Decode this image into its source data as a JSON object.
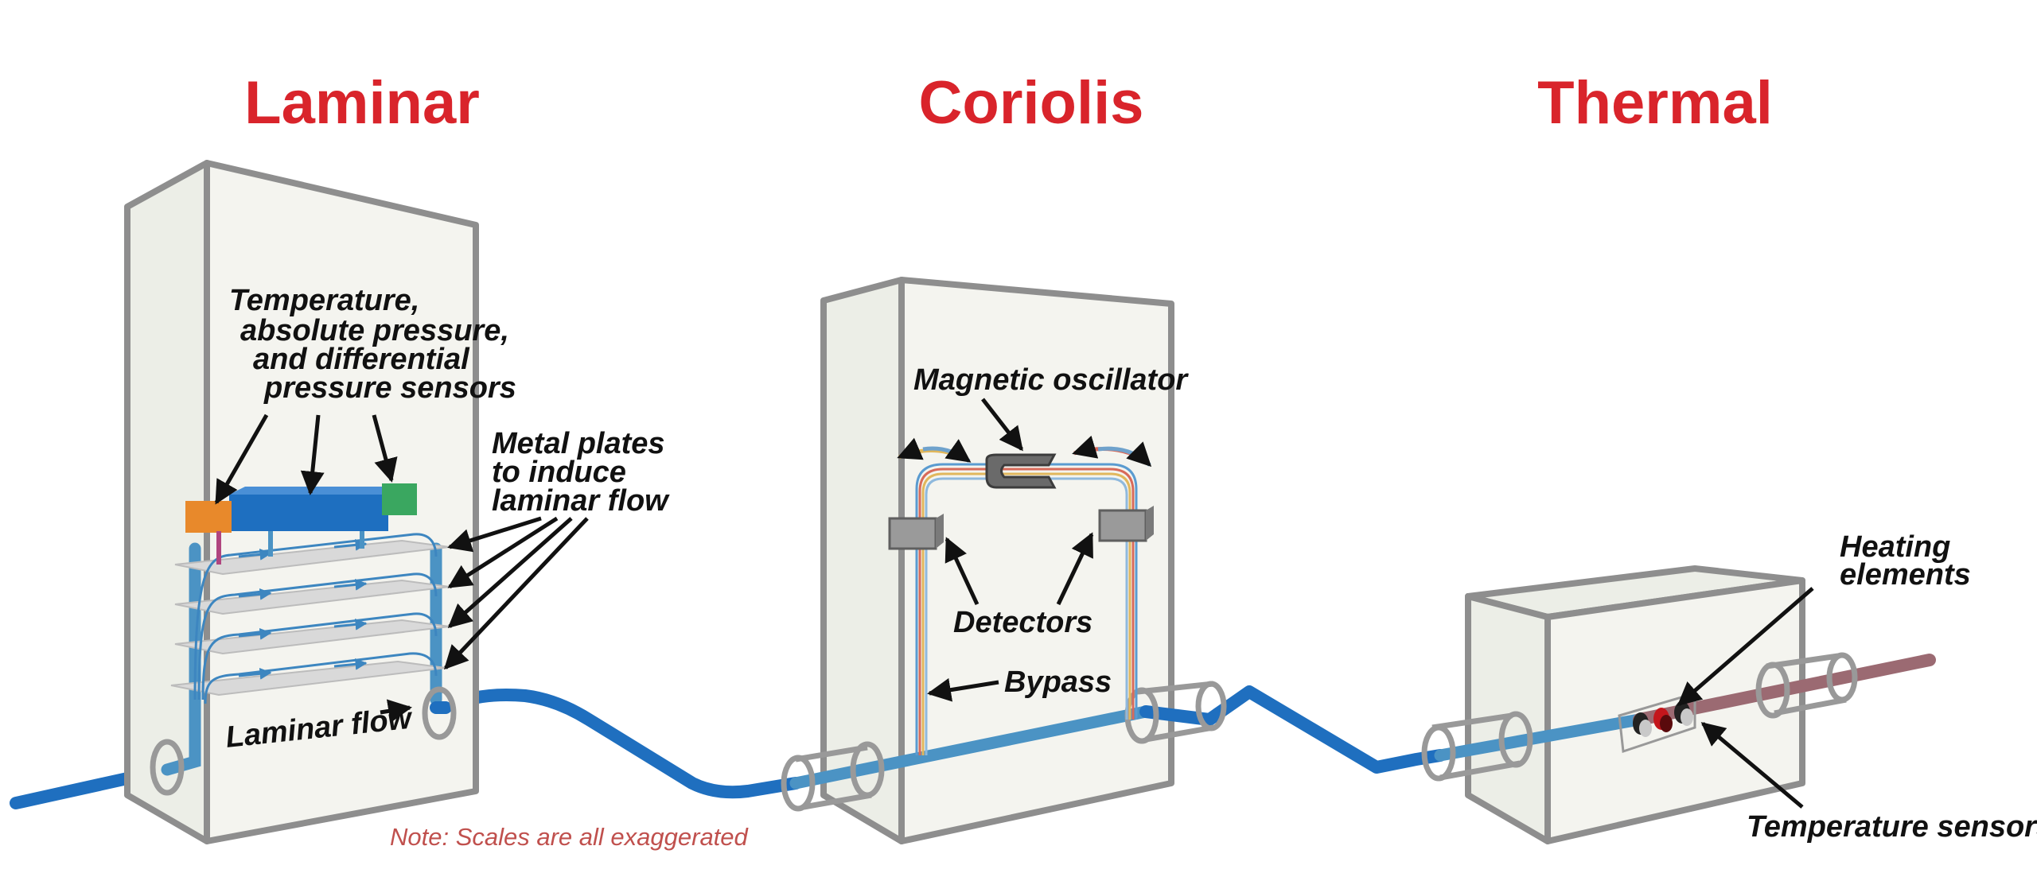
{
  "sections": [
    {
      "title": "Laminar"
    },
    {
      "title": "Coriolis"
    },
    {
      "title": "Thermal"
    }
  ],
  "laminar": {
    "sensor_label": [
      "Temperature,",
      "absolute pressure,",
      "and differential",
      "pressure sensors"
    ],
    "plates_label": [
      "Metal plates",
      "to induce",
      "laminar flow"
    ],
    "flow_label": "Laminar flow"
  },
  "coriolis": {
    "oscillator_label": "Magnetic oscillator",
    "detectors_label": "Detectors",
    "bypass_label": "Bypass"
  },
  "thermal": {
    "heating_label": [
      "Heating",
      "elements"
    ],
    "temp_label": "Temperature sensors"
  },
  "note": "Note: Scales are all exaggerated",
  "colors": {
    "title": "#d9242b",
    "pipe": "#1f6fbf",
    "box_edge": "#8e8e8e",
    "sensor_orange": "#e8892b",
    "sensor_blue": "#1e6fc0",
    "sensor_green": "#3aa760",
    "outlet_pipe": "#9b6a72"
  }
}
